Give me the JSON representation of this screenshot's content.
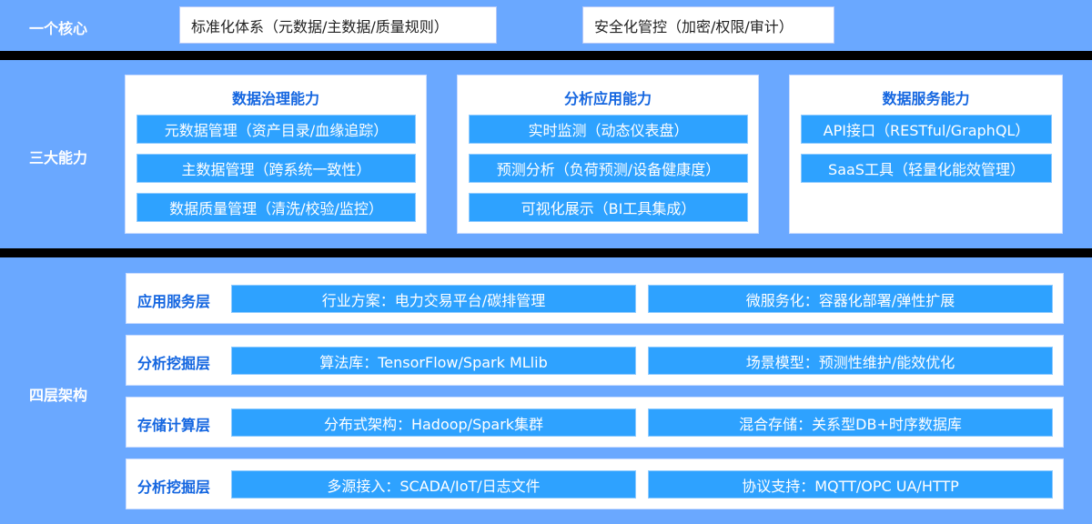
{
  "colors": {
    "band_bg": "#6aa8ff",
    "separator": "#000000",
    "card_bg": "#ffffff",
    "cell_bg": "#2ea2ff",
    "title_blue": "#1466e0"
  },
  "core": {
    "label": "一个核心",
    "items": [
      "标准化体系（元数据/主数据/质量规则）",
      "安全化管控（加密/权限/审计）"
    ]
  },
  "capabilities": {
    "label": "三大能力",
    "groups": [
      {
        "title": "数据治理能力",
        "items": [
          "元数据管理（资产目录/血缘追踪）",
          "主数据管理（跨系统一致性）",
          "数据质量管理（清洗/校验/监控）"
        ]
      },
      {
        "title": "分析应用能力",
        "items": [
          "实时监测（动态仪表盘）",
          "预测分析（负荷预测/设备健康度）",
          "可视化展示（BI工具集成）"
        ]
      },
      {
        "title": "数据服务能力",
        "items": [
          "API接口（RESTful/GraphQL）",
          "SaaS工具（轻量化能效管理）"
        ]
      }
    ]
  },
  "architecture": {
    "label": "四层架构",
    "layers": [
      {
        "name": "应用服务层",
        "cells": [
          "行业方案：电力交易平台/碳排管理",
          "微服务化：容器化部署/弹性扩展"
        ]
      },
      {
        "name": "分析挖掘层",
        "cells": [
          "算法库：TensorFlow/Spark MLlib",
          "场景模型：预测性维护/能效优化"
        ]
      },
      {
        "name": "存储计算层",
        "cells": [
          "分布式架构：Hadoop/Spark集群",
          "混合存储：关系型DB+时序数据库"
        ]
      },
      {
        "name": "分析挖掘层",
        "cells": [
          "多源接入：SCADA/IoT/日志文件",
          "协议支持：MQTT/OPC UA/HTTP"
        ]
      }
    ]
  }
}
